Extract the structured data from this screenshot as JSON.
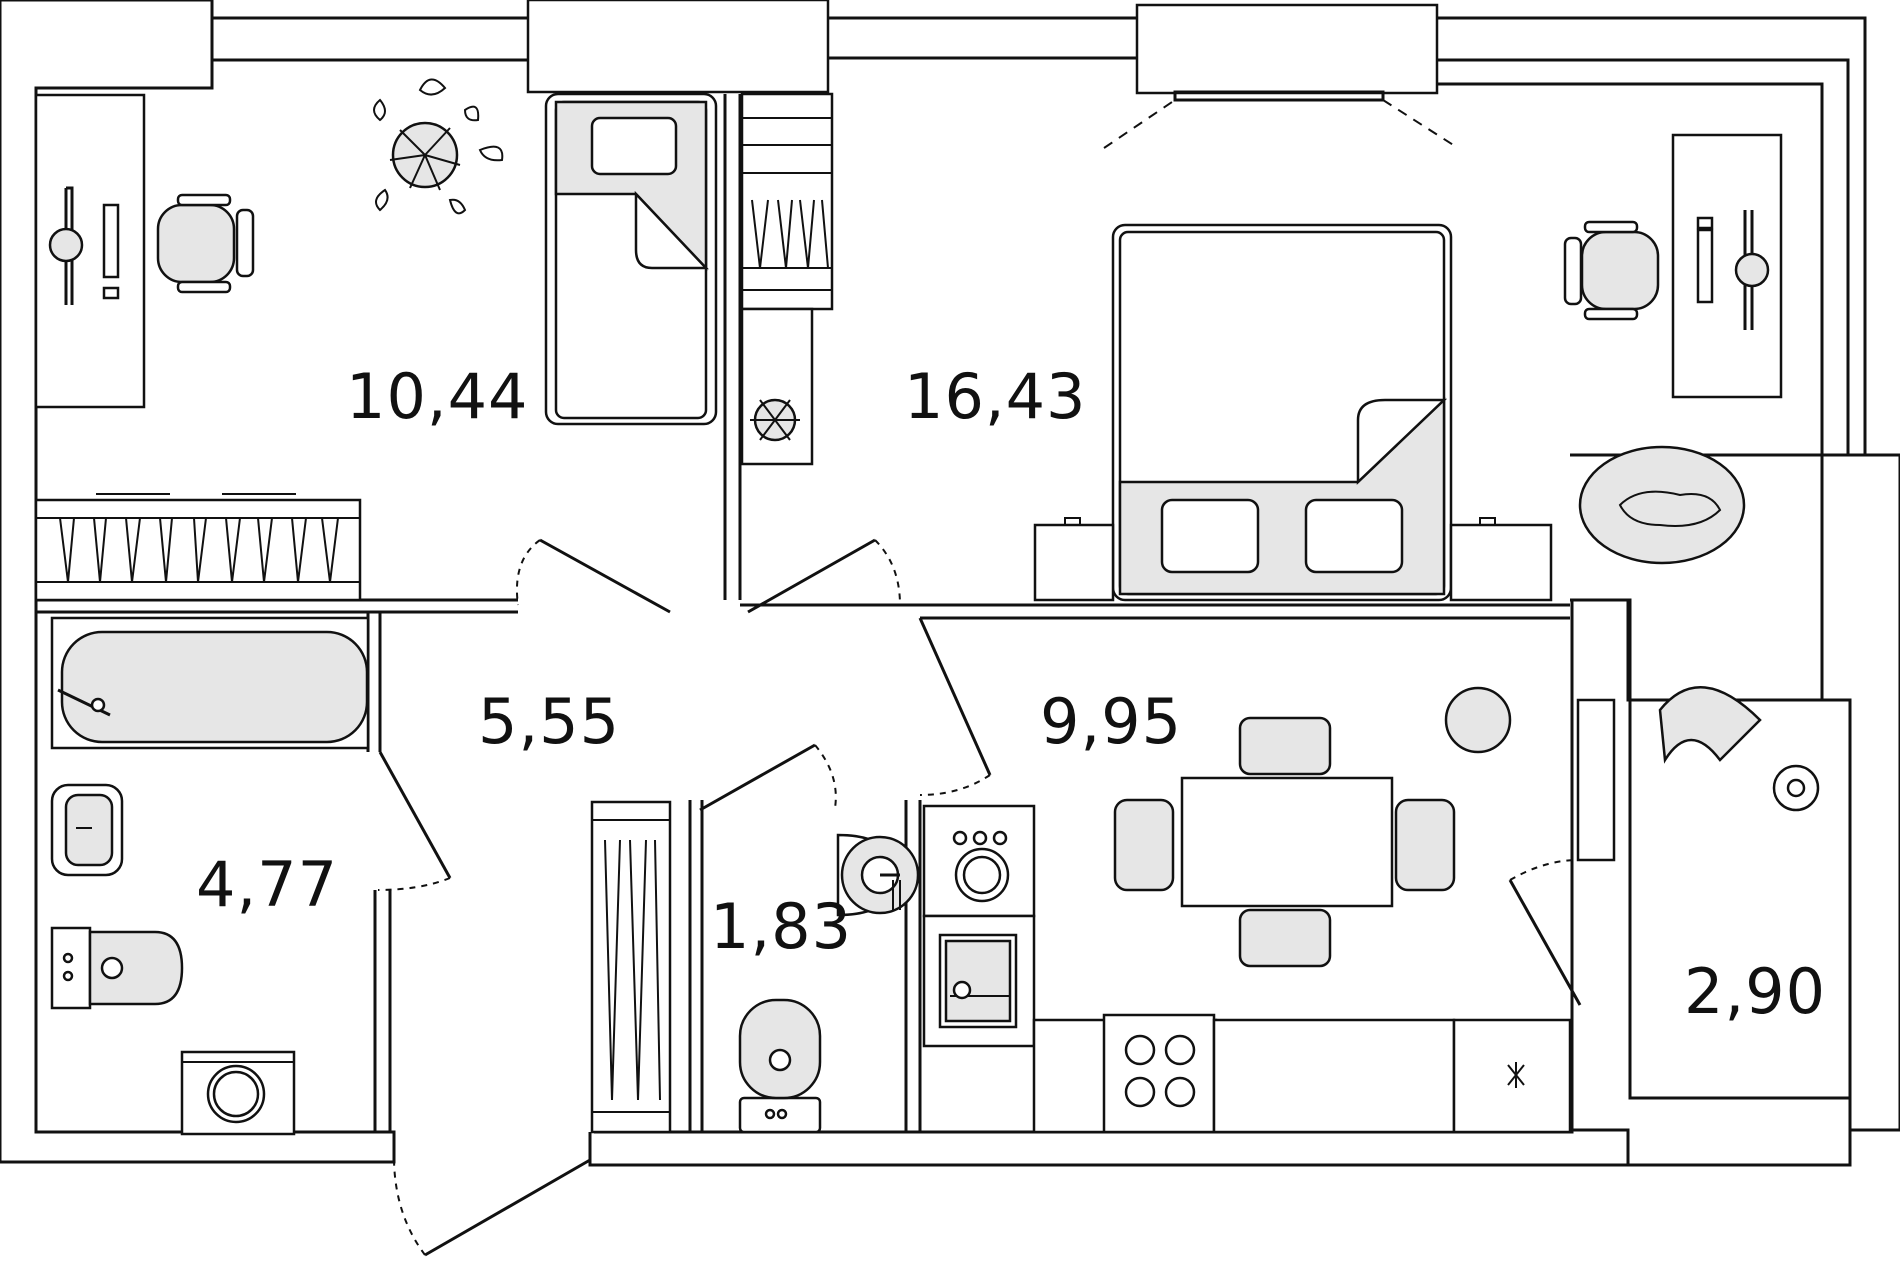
{
  "plan": {
    "rooms": [
      {
        "id": "bedroom-small",
        "area": "10,44"
      },
      {
        "id": "bedroom-large",
        "area": "16,43"
      },
      {
        "id": "hallway",
        "area": "5,55"
      },
      {
        "id": "bathroom",
        "area": "4,77"
      },
      {
        "id": "wc",
        "area": "1,83"
      },
      {
        "id": "kitchen",
        "area": "9,95"
      },
      {
        "id": "balcony",
        "area": "2,90"
      }
    ]
  },
  "colors": {
    "line": "#111111",
    "fill": "#e6e6e6",
    "background": "#ffffff"
  }
}
